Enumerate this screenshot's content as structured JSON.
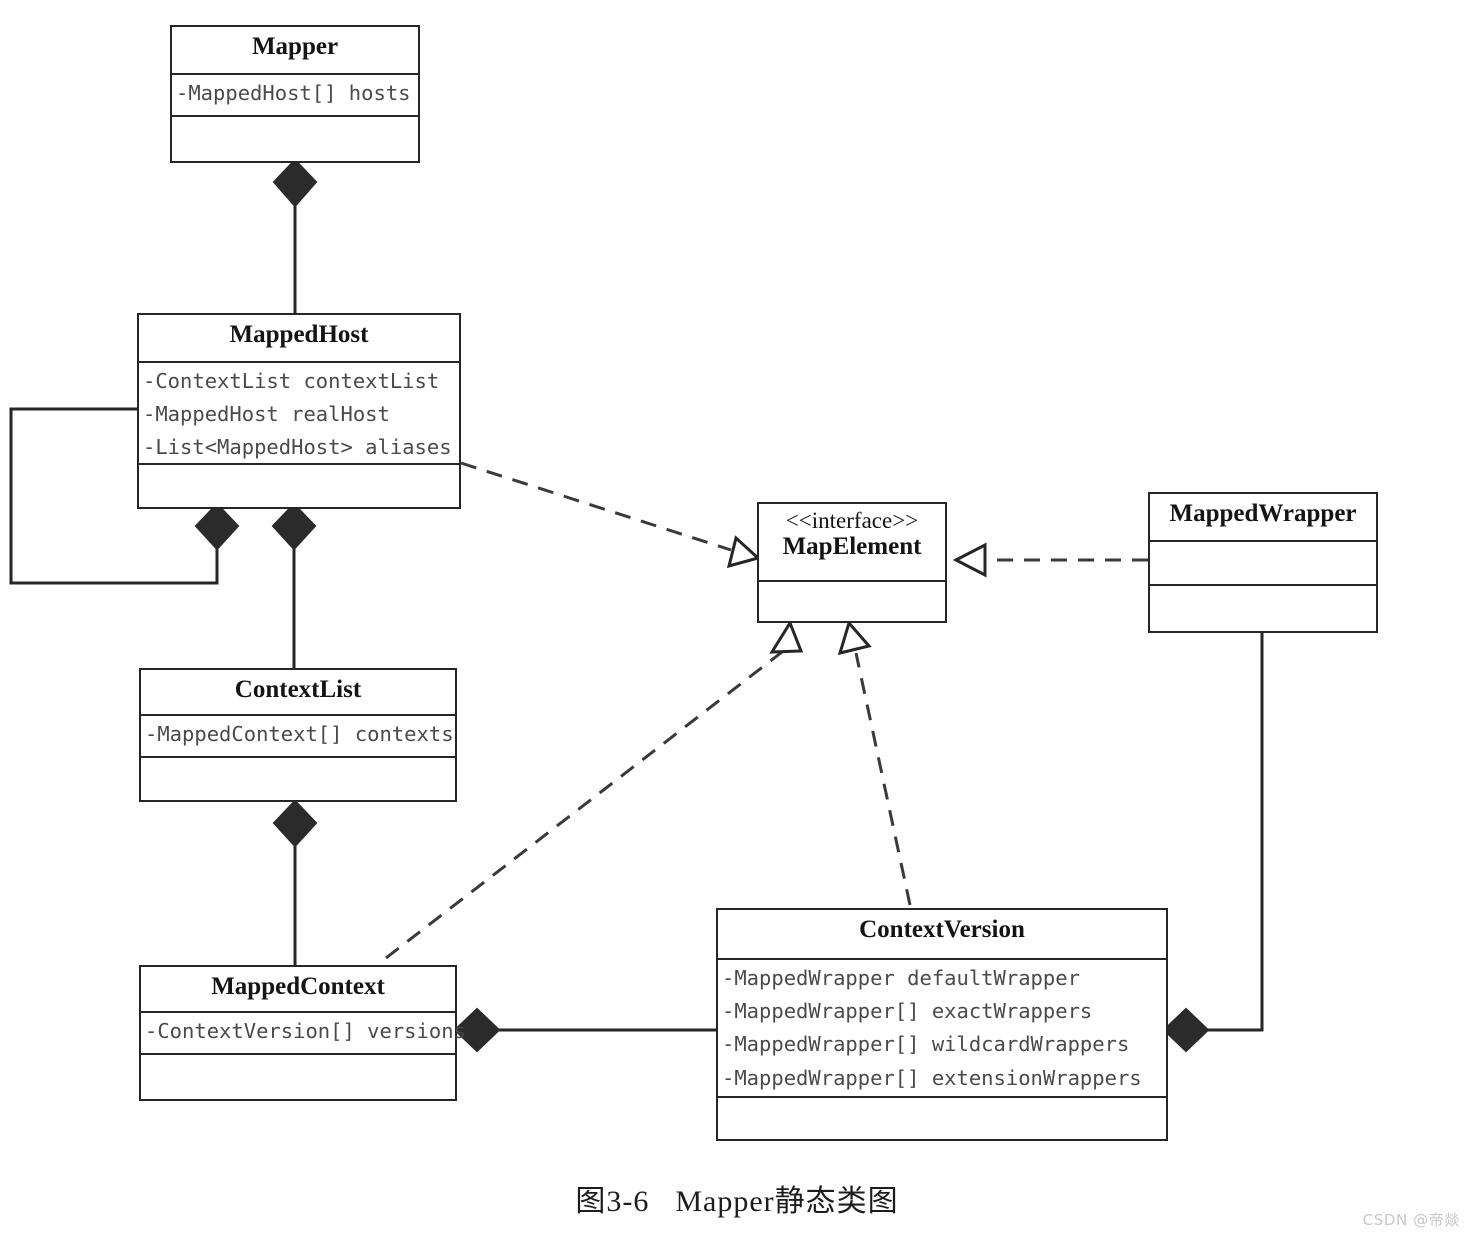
{
  "figure": {
    "caption_number": "图3-6",
    "caption_title": "Mapper静态类图",
    "watermark": "CSDN @帝燚"
  },
  "classes": {
    "mapper": {
      "name": "Mapper",
      "attributes": [
        "-MappedHost[] hosts"
      ],
      "operations": []
    },
    "mapped_host": {
      "name": "MappedHost",
      "attributes": [
        "-ContextList contextList",
        "-MappedHost realHost",
        "-List<MappedHost> aliases"
      ],
      "operations": []
    },
    "map_element": {
      "stereotype": "<<interface>>",
      "name": "MapElement",
      "attributes": [],
      "operations": []
    },
    "mapped_wrapper": {
      "name": "MappedWrapper",
      "attributes": [],
      "operations": []
    },
    "context_list": {
      "name": "ContextList",
      "attributes": [
        "-MappedContext[] contexts"
      ],
      "operations": []
    },
    "mapped_context": {
      "name": "MappedContext",
      "attributes": [
        "-ContextVersion[] versions"
      ],
      "operations": []
    },
    "context_version": {
      "name": "ContextVersion",
      "attributes": [
        "-MappedWrapper defaultWrapper",
        "-MappedWrapper[] exactWrappers",
        "-MappedWrapper[] wildcardWrappers",
        "-MappedWrapper[] extensionWrappers"
      ],
      "operations": []
    }
  },
  "relationships": [
    {
      "id": "mapper-composes-mappedhost",
      "type": "composition",
      "from": "Mapper",
      "to": "MappedHost"
    },
    {
      "id": "mappedhost-self-composition",
      "type": "composition",
      "from": "MappedHost",
      "to": "MappedHost"
    },
    {
      "id": "mappedhost-composes-contextlist",
      "type": "composition",
      "from": "MappedHost",
      "to": "ContextList"
    },
    {
      "id": "contextlist-composes-mappedcontext",
      "type": "composition",
      "from": "ContextList",
      "to": "MappedContext"
    },
    {
      "id": "mappedcontext-composes-contextversion",
      "type": "composition",
      "from": "MappedContext",
      "to": "ContextVersion"
    },
    {
      "id": "contextversion-composes-mappedwrapper",
      "type": "composition",
      "from": "ContextVersion",
      "to": "MappedWrapper"
    },
    {
      "id": "mappedhost-realizes-mapelement",
      "type": "realization",
      "from": "MappedHost",
      "to": "MapElement"
    },
    {
      "id": "mappedwrapper-realizes-mapelement",
      "type": "realization",
      "from": "MappedWrapper",
      "to": "MapElement"
    },
    {
      "id": "mappedcontext-realizes-mapelement",
      "type": "realization",
      "from": "MappedContext",
      "to": "MapElement"
    },
    {
      "id": "contextversion-realizes-mapelement",
      "type": "realization",
      "from": "ContextVersion",
      "to": "MapElement"
    }
  ],
  "colors": {
    "stroke": "#262626",
    "text": "#1a1a1a",
    "attribute_text": "#4a4a4a",
    "background": "#fefefe",
    "watermark": "#c7c7c7"
  }
}
